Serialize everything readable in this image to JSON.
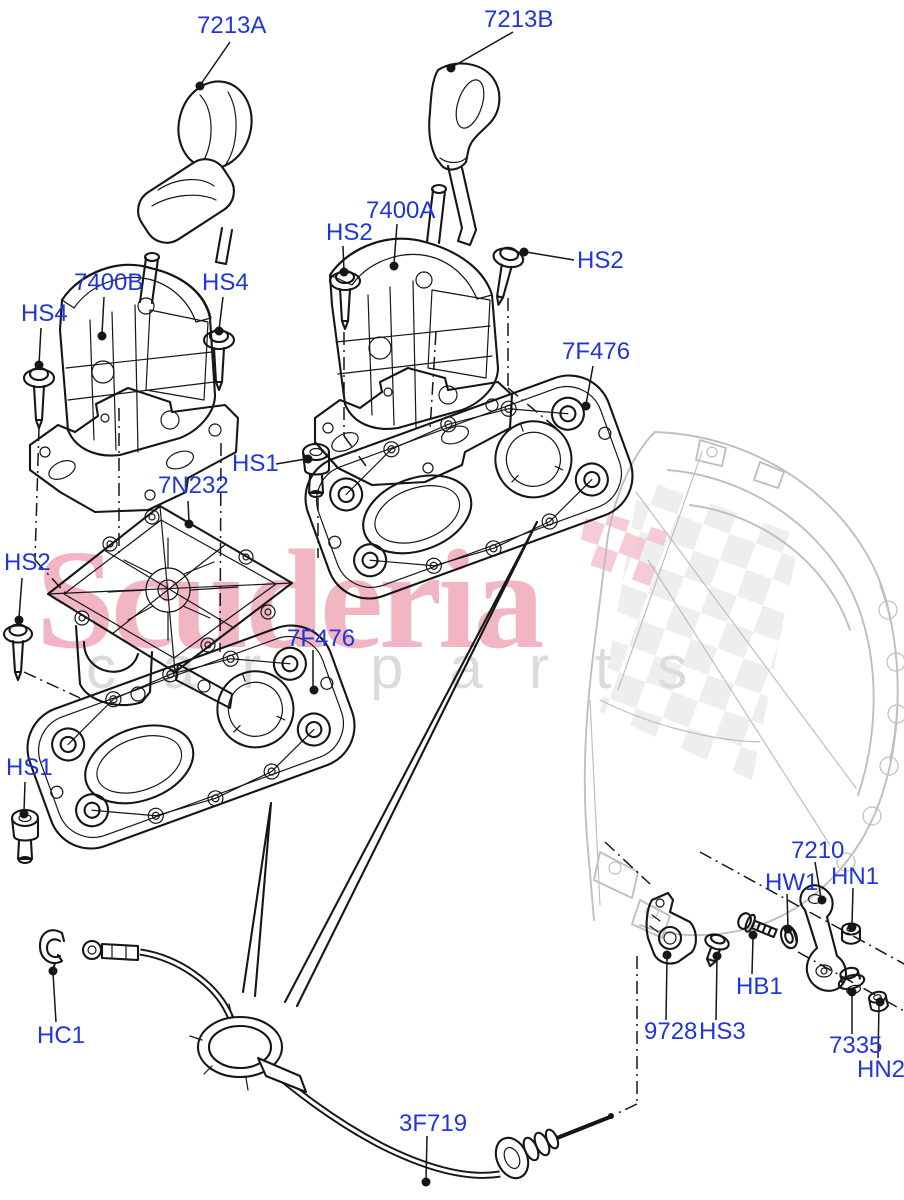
{
  "diagram": {
    "kind": "exploded-parts-diagram",
    "subject": "gear shift control assembly",
    "label_color": "#2036d8",
    "line_color": "#161616",
    "ghost_color": "#bfbfbf",
    "labels": [
      {
        "id": "7213A",
        "text": "7213A"
      },
      {
        "id": "7213B",
        "text": "7213B"
      },
      {
        "id": "7400A",
        "text": "7400A"
      },
      {
        "id": "HS2-top-left",
        "text": "HS2"
      },
      {
        "id": "HS2-top-right",
        "text": "HS2"
      },
      {
        "id": "7400B",
        "text": "7400B"
      },
      {
        "id": "HS4-top",
        "text": "HS4"
      },
      {
        "id": "HS4-left",
        "text": "HS4"
      },
      {
        "id": "7F476-upper",
        "text": "7F476"
      },
      {
        "id": "HS1-upper",
        "text": "HS1"
      },
      {
        "id": "7N232",
        "text": "7N232"
      },
      {
        "id": "HS2-left",
        "text": "HS2"
      },
      {
        "id": "7F476-lower",
        "text": "7F476"
      },
      {
        "id": "HS1-lower",
        "text": "HS1"
      },
      {
        "id": "HC1",
        "text": "HC1"
      },
      {
        "id": "3F719",
        "text": "3F719"
      },
      {
        "id": "7210",
        "text": "7210"
      },
      {
        "id": "HW1",
        "text": "HW1"
      },
      {
        "id": "HN1",
        "text": "HN1"
      },
      {
        "id": "HB1",
        "text": "HB1"
      },
      {
        "id": "9728",
        "text": "9728"
      },
      {
        "id": "HS3",
        "text": "HS3"
      },
      {
        "id": "7335",
        "text": "7335"
      },
      {
        "id": "HN2",
        "text": "HN2"
      }
    ]
  },
  "watermark": {
    "main": "Scuderia",
    "sub": "car parts",
    "main_color": "#efa3b6",
    "sub_color": "#dadada"
  }
}
